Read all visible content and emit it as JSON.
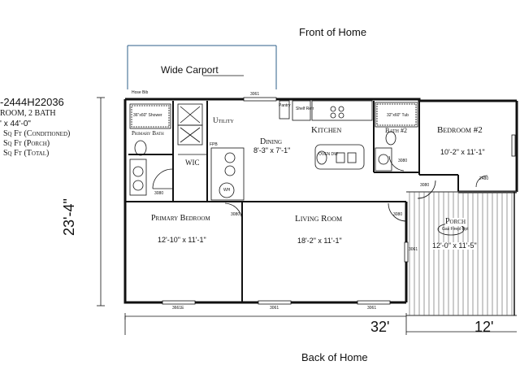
{
  "header": {
    "front_label": "Front of Home",
    "back_label": "Back of Home"
  },
  "carport": {
    "label": "Wide Carport"
  },
  "model": {
    "code": "-2444H22036",
    "beds_baths": "ROOM, 2 BATH",
    "size": "' x 44'-0\"",
    "sqft_conditioned": "Sq Ft (Conditioned)",
    "sqft_porch": "Sq Ft (Porch)",
    "sqft_total": "Sq Ft (Total)"
  },
  "rooms": {
    "utility": "Utility",
    "dining": "Dining",
    "dining_size": "8'-3\" x 7'-1\"",
    "kitchen": "Kitchen",
    "bath2": "Bath #2",
    "bedroom2": "Bedroom #2",
    "bedroom2_size": "10'-2\" x 11'-1\"",
    "primary_bath": "Primary Bath",
    "wic": "WIC",
    "primary_bedroom": "Primary Bedroom",
    "primary_bedroom_size": "12'-10\" x 11'-1\"",
    "living_room": "Living Room",
    "living_room_size": "18'-2\" x 11'-1\"",
    "porch": "Porch",
    "porch_size": "12'-0\" x 11'-5\""
  },
  "fixtures": {
    "hose_bib": "Hose Bib",
    "window_top": "3061",
    "pantry": "Pantry",
    "shelf_refr": "Shelf Refr",
    "shower": "36\"x60\" Shower",
    "tub": "32\"x60\" Tub",
    "fpb": "FPB",
    "wh": "WH",
    "door_3080_bath": "3080",
    "door_3080_b2": "3080",
    "door_3080_b2b": "3080",
    "door_2480": "2480",
    "door_3080_hall": "3080",
    "door_3080_porch": "3080",
    "window_3661": "3661E",
    "window_3061_a": "3061",
    "window_3061_b": "3061",
    "window_3061_porch": "3061",
    "gas_fireplace": "Gas Firepl Opt",
    "oven_dw": "OVEN DW"
  },
  "dimensions": {
    "depth": "23'-4\"",
    "main_width": "32'",
    "porch_width": "12'"
  }
}
